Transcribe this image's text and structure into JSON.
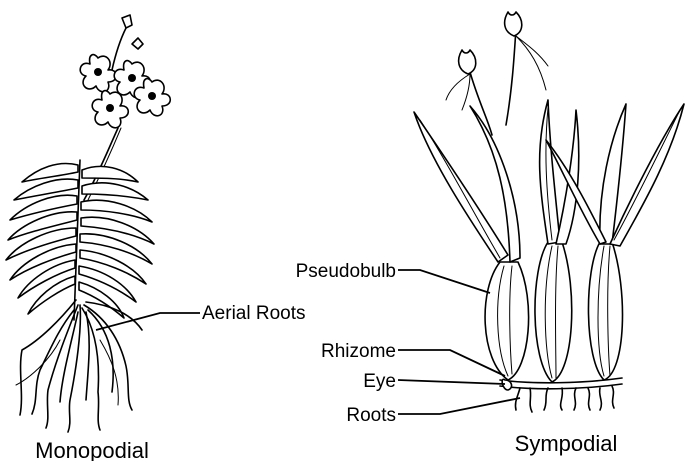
{
  "labels": {
    "aerial_roots": "Aerial Roots",
    "pseudobulb": "Pseudobulb",
    "rhizome": "Rhizome",
    "eye": "Eye",
    "roots": "Roots"
  },
  "captions": {
    "monopodial": "Monopodial",
    "sympodial": "Sympodial"
  }
}
